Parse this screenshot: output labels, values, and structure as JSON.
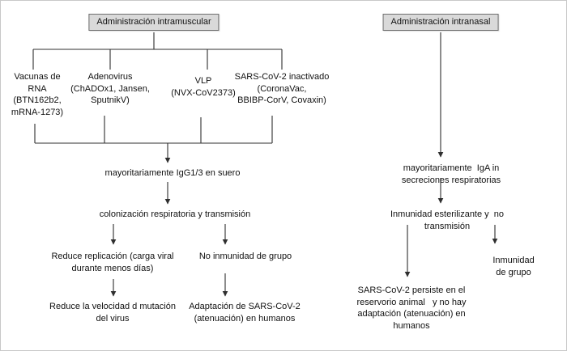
{
  "colors": {
    "box_fill": "#d9d9d9",
    "box_border": "#6e6e6e",
    "line_color": "#2f2f2f"
  },
  "diagram": {
    "intramuscular": {
      "root": "Administración intramuscular",
      "platforms": [
        {
          "label": "Vacunas de\nRNA\n(BTN162b2,\nmRNA-1273)"
        },
        {
          "label": "Adenovirus\n(ChADOx1, Jansen,\nSputnikV)"
        },
        {
          "label": "VLP\n(NVX-CoV2373)"
        },
        {
          "label": "SARS-CoV-2 inactivado\n(CoronaVac,\nBBIBP-CorV, Covaxin)"
        }
      ],
      "response": "mayoritariamente IgG1/3 en suero",
      "outcome": "colonización respiratoria y transmisión",
      "left_path": {
        "step1": "Reduce replicación (carga viral\ndurante menos días)",
        "step2": "Reduce la velocidad d mutación\ndel virus"
      },
      "right_path": {
        "step1": "No inmunidad de grupo",
        "step2": "Adaptación de SARS-CoV-2\n(atenuación) en humanos"
      }
    },
    "intranasal": {
      "root": "Administración intranasal",
      "response": "mayoritariamente  IgA in secreciones respiratorias",
      "outcome": "Inmunidad esterilizante y  no transmisión",
      "left_path": {
        "step1": "SARS-CoV-2 persiste en el\nreservorio animal   y no hay\nadaptación (atenuación) en\nhumanos"
      },
      "right_path": {
        "step1": "Inmunidad de grupo"
      }
    }
  }
}
